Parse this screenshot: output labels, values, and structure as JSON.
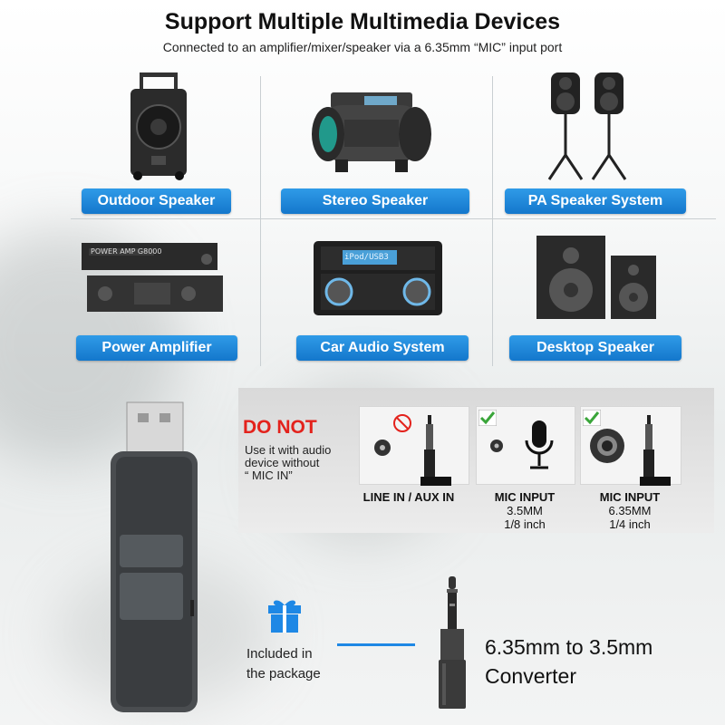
{
  "header": {
    "title": "Support Multiple Multimedia Devices",
    "subtitle": "Connected to an amplifier/mixer/speaker via a 6.35mm “MIC” input port"
  },
  "devices": [
    {
      "label": "Outdoor Speaker"
    },
    {
      "label": "Stereo Speaker"
    },
    {
      "label": "PA Speaker System"
    },
    {
      "label": "Power Amplifier"
    },
    {
      "label": "Car Audio System"
    },
    {
      "label": "Desktop Speaker"
    }
  ],
  "power_amp_text": {
    "brand_line": "POWER AMP G8000"
  },
  "car_display_text": "iPod/USB3",
  "warning": {
    "heading": "DO NOT",
    "text_line1": "Use it with audio",
    "text_line2": "device without",
    "text_line3": "“ MIC IN”"
  },
  "ports": [
    {
      "title": "LINE IN / AUX IN",
      "sub1": "",
      "sub2": "",
      "status": "not-supported"
    },
    {
      "title": "MIC INPUT",
      "sub1": "3.5MM",
      "sub2": "1/8 inch",
      "status": "supported"
    },
    {
      "title": "MIC INPUT",
      "sub1": "6.35MM",
      "sub2": "1/4 inch",
      "status": "supported"
    }
  ],
  "package": {
    "line1": "Included in",
    "line2": "the package"
  },
  "converter": {
    "line1": "6.35mm to 3.5mm",
    "line2": "Converter"
  },
  "colors": {
    "pill": "#1d86d8",
    "warning": "#e3221c",
    "check": "#3aa53a"
  }
}
